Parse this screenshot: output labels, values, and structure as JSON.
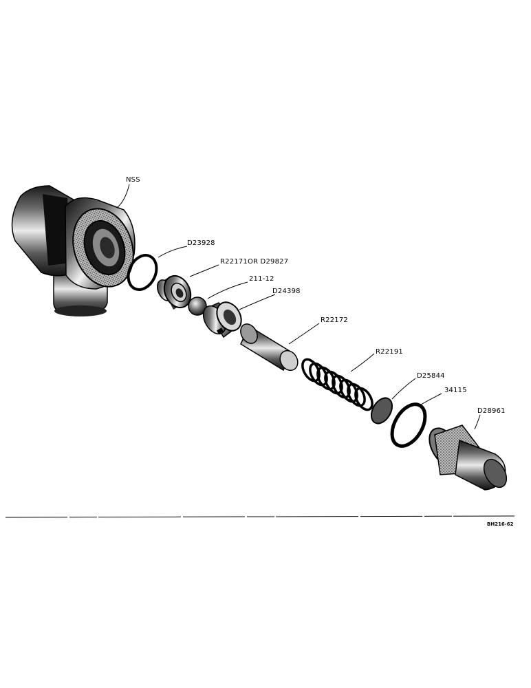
{
  "labels": {
    "housing": "NSS",
    "o_ring_1": "D23928",
    "seat": "R22171OR D29827",
    "ball": "211-12",
    "guide": "D24398",
    "plunger": "R22172",
    "spring": "R22191",
    "washer": "D25844",
    "o_ring_2": "34115",
    "plug": "D28961"
  },
  "figure_code": "BH216-62"
}
